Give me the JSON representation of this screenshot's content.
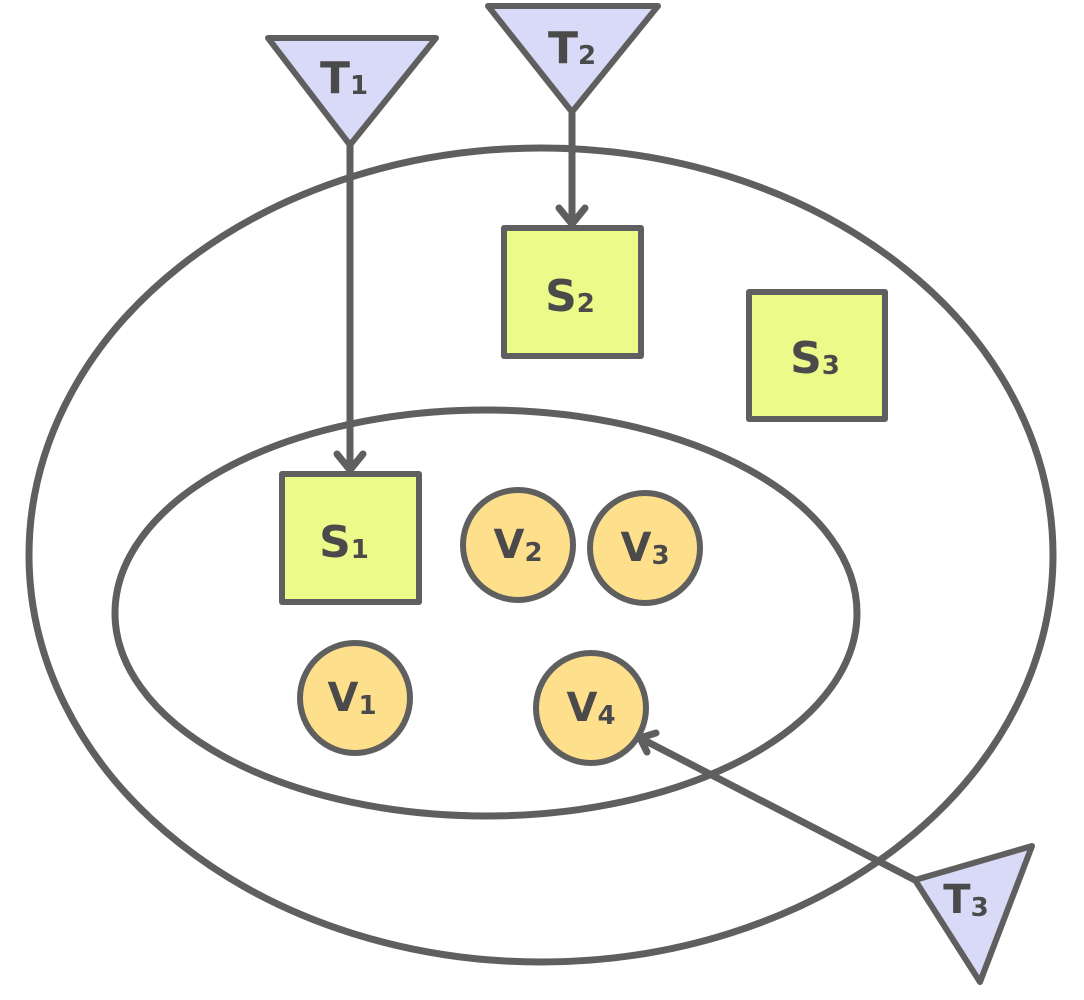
{
  "nodes": {
    "T1": {
      "main": "T",
      "sub": "1"
    },
    "T2": {
      "main": "T",
      "sub": "2"
    },
    "T3": {
      "main": "T",
      "sub": "3"
    },
    "S1": {
      "main": "S",
      "sub": "1"
    },
    "S2": {
      "main": "S",
      "sub": "2"
    },
    "S3": {
      "main": "S",
      "sub": "3"
    },
    "V1": {
      "main": "V",
      "sub": "1"
    },
    "V2": {
      "main": "V",
      "sub": "2"
    },
    "V3": {
      "main": "V",
      "sub": "3"
    },
    "V4": {
      "main": "V",
      "sub": "4"
    }
  },
  "edges": [
    {
      "from": "T1",
      "to": "S1"
    },
    {
      "from": "T2",
      "to": "S2"
    },
    {
      "from": "T3",
      "to": "V4"
    }
  ],
  "colors": {
    "stroke": "#5f5f5f",
    "triangle_fill": "#d9daf7",
    "square_fill": "#ebfa88",
    "circle_fill": "#fedf8b",
    "label": "#4a4a4a"
  }
}
